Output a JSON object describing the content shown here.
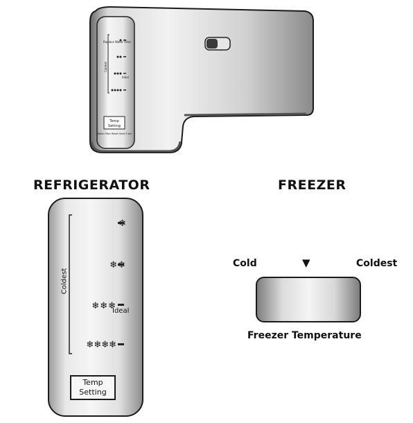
{
  "sections": {
    "refrigerator_title": "REFRIGERATOR",
    "freezer_title": "FREEZER"
  },
  "refrigerator_panel": {
    "side_label": "Coldest",
    "levels": [
      {
        "stars": "❄",
        "label": ""
      },
      {
        "stars": "❄❄",
        "label": ""
      },
      {
        "stars": "❄❄❄",
        "label": "Ideal"
      },
      {
        "stars": "❄❄❄❄",
        "label": ""
      }
    ],
    "button_line1": "Temp",
    "button_line2": "Setting"
  },
  "freezer_control": {
    "left_label": "Cold",
    "right_label": "Coldest",
    "marker": "▼",
    "caption": "Freezer Temperature"
  },
  "mini_panel": {
    "top_label": "Replace Water Filter",
    "side_label": "Coldest",
    "ideal_label": "Ideal",
    "button_line1": "Temp",
    "button_line2": "Setting",
    "bottom_label": "Water Filter Reset Hold 3 sec"
  },
  "colors": {
    "outline": "#1a1a1a",
    "panel_light": "#f4f4f4",
    "panel_dark": "#9a9a9a"
  }
}
